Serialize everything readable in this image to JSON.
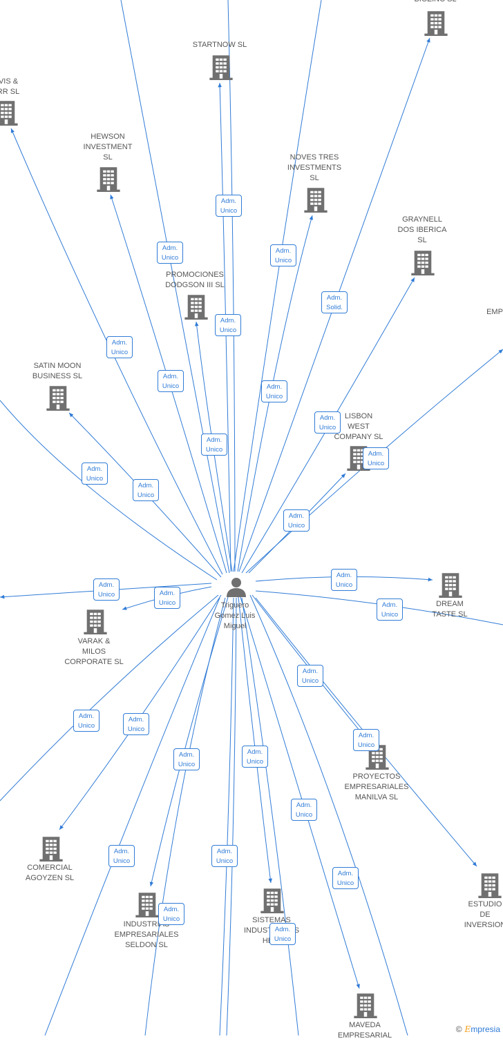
{
  "center": {
    "name_lines": [
      "Triguero",
      "Gomez Luis",
      "Miguel"
    ]
  },
  "companies": [
    {
      "id": "biozinc",
      "lines": [
        "BIOZINC SL"
      ]
    },
    {
      "id": "startnow",
      "lines": [
        "STARTNOW SL"
      ]
    },
    {
      "id": "davis",
      "lines": [
        "VIS &",
        "RR SL"
      ]
    },
    {
      "id": "hewson",
      "lines": [
        "HEWSON",
        "INVESTMENT",
        "SL"
      ]
    },
    {
      "id": "noves",
      "lines": [
        "NOVES TRES",
        "INVESTMENTS",
        "SL"
      ]
    },
    {
      "id": "graynell",
      "lines": [
        "GRAYNELL",
        "DOS IBERICA",
        "SL"
      ]
    },
    {
      "id": "promociones",
      "lines": [
        "PROMOCIONES",
        "DODGSON III SL"
      ]
    },
    {
      "id": "emp",
      "lines": [
        "EMP"
      ]
    },
    {
      "id": "satin",
      "lines": [
        "SATIN MOON",
        "BUSINESS SL"
      ]
    },
    {
      "id": "lisbon",
      "lines": [
        "LISBON",
        "WEST",
        "COMPANY  SL"
      ]
    },
    {
      "id": "dream",
      "lines": [
        "DREAM",
        "TASTE SL"
      ]
    },
    {
      "id": "varak",
      "lines": [
        "VARAK &",
        "MILOS",
        "CORPORATE SL"
      ]
    },
    {
      "id": "proyectos",
      "lines": [
        "PROYECTOS",
        "EMPRESARIALES",
        "MANILVA SL"
      ]
    },
    {
      "id": "comercial",
      "lines": [
        "COMERCIAL",
        "AGOYZEN SL"
      ]
    },
    {
      "id": "estudio",
      "lines": [
        "ESTUDIO",
        "DE",
        "INVERSION"
      ]
    },
    {
      "id": "industrias",
      "lines": [
        "INDUSTRIAS",
        "EMPRESARIALES",
        "SELDON SL"
      ]
    },
    {
      "id": "sistemas",
      "lines": [
        "SISTEMAS",
        "INDUSTRIALES",
        "HERI"
      ]
    },
    {
      "id": "maveda",
      "lines": [
        "MAVEDA",
        "EMPRESARIAL"
      ]
    }
  ],
  "relations": [
    {
      "id": "r01",
      "lines": [
        "Adm.",
        "Unico"
      ]
    },
    {
      "id": "r02",
      "lines": [
        "Adm.",
        "Unico"
      ]
    },
    {
      "id": "r03",
      "lines": [
        "Adm.",
        "Unico"
      ]
    },
    {
      "id": "r04",
      "lines": [
        "Adm.",
        "Solid."
      ]
    },
    {
      "id": "r05",
      "lines": [
        "Adm.",
        "Unico"
      ]
    },
    {
      "id": "r06",
      "lines": [
        "Adm.",
        "Unico"
      ]
    },
    {
      "id": "r07",
      "lines": [
        "Adm.",
        "Unico"
      ]
    },
    {
      "id": "r08",
      "lines": [
        "Adm.",
        "Unico"
      ]
    },
    {
      "id": "r09",
      "lines": [
        "Adm.",
        "Unico"
      ]
    },
    {
      "id": "r10",
      "lines": [
        "Adm.",
        "Unico"
      ]
    },
    {
      "id": "r11",
      "lines": [
        "Adm.",
        "Unico"
      ]
    },
    {
      "id": "r12",
      "lines": [
        "Adm.",
        "Unico"
      ]
    },
    {
      "id": "r13",
      "lines": [
        "Adm.",
        "Unico"
      ]
    },
    {
      "id": "r14",
      "lines": [
        "Adm.",
        "Unico"
      ]
    },
    {
      "id": "r15",
      "lines": [
        "Adm.",
        "Unico"
      ]
    },
    {
      "id": "r16",
      "lines": [
        "Adm.",
        "Unico"
      ]
    },
    {
      "id": "r17",
      "lines": [
        "Adm.",
        "Unico"
      ]
    },
    {
      "id": "r18",
      "lines": [
        "Adm.",
        "Unico"
      ]
    },
    {
      "id": "r19",
      "lines": [
        "Adm.",
        "Unico"
      ]
    },
    {
      "id": "r20",
      "lines": [
        "Adm.",
        "Unico"
      ]
    },
    {
      "id": "r21",
      "lines": [
        "Adm.",
        "Unico"
      ]
    },
    {
      "id": "r22",
      "lines": [
        "Adm.",
        "Unico"
      ]
    },
    {
      "id": "r23",
      "lines": [
        "Adm.",
        "Unico"
      ]
    },
    {
      "id": "r24",
      "lines": [
        "Adm.",
        "Unico"
      ]
    },
    {
      "id": "r25",
      "lines": [
        "Adm.",
        "Unico"
      ]
    },
    {
      "id": "r26",
      "lines": [
        "Adm.",
        "Unico"
      ]
    },
    {
      "id": "r27",
      "lines": [
        "Adm.",
        "Unico"
      ]
    },
    {
      "id": "r28",
      "lines": [
        "Adm.",
        "Unico"
      ]
    },
    {
      "id": "r29",
      "lines": [
        "Adm.",
        "Unico"
      ]
    },
    {
      "id": "r30",
      "lines": [
        "Adm.",
        "Unico"
      ]
    }
  ],
  "brand": {
    "copyright": "©",
    "name_initial": "E",
    "name_rest": "mpresia"
  },
  "colors": {
    "edge": "#2f7bd6",
    "node_icon": "#707070",
    "label": "#555555",
    "brand_accent": "#f39c12"
  }
}
